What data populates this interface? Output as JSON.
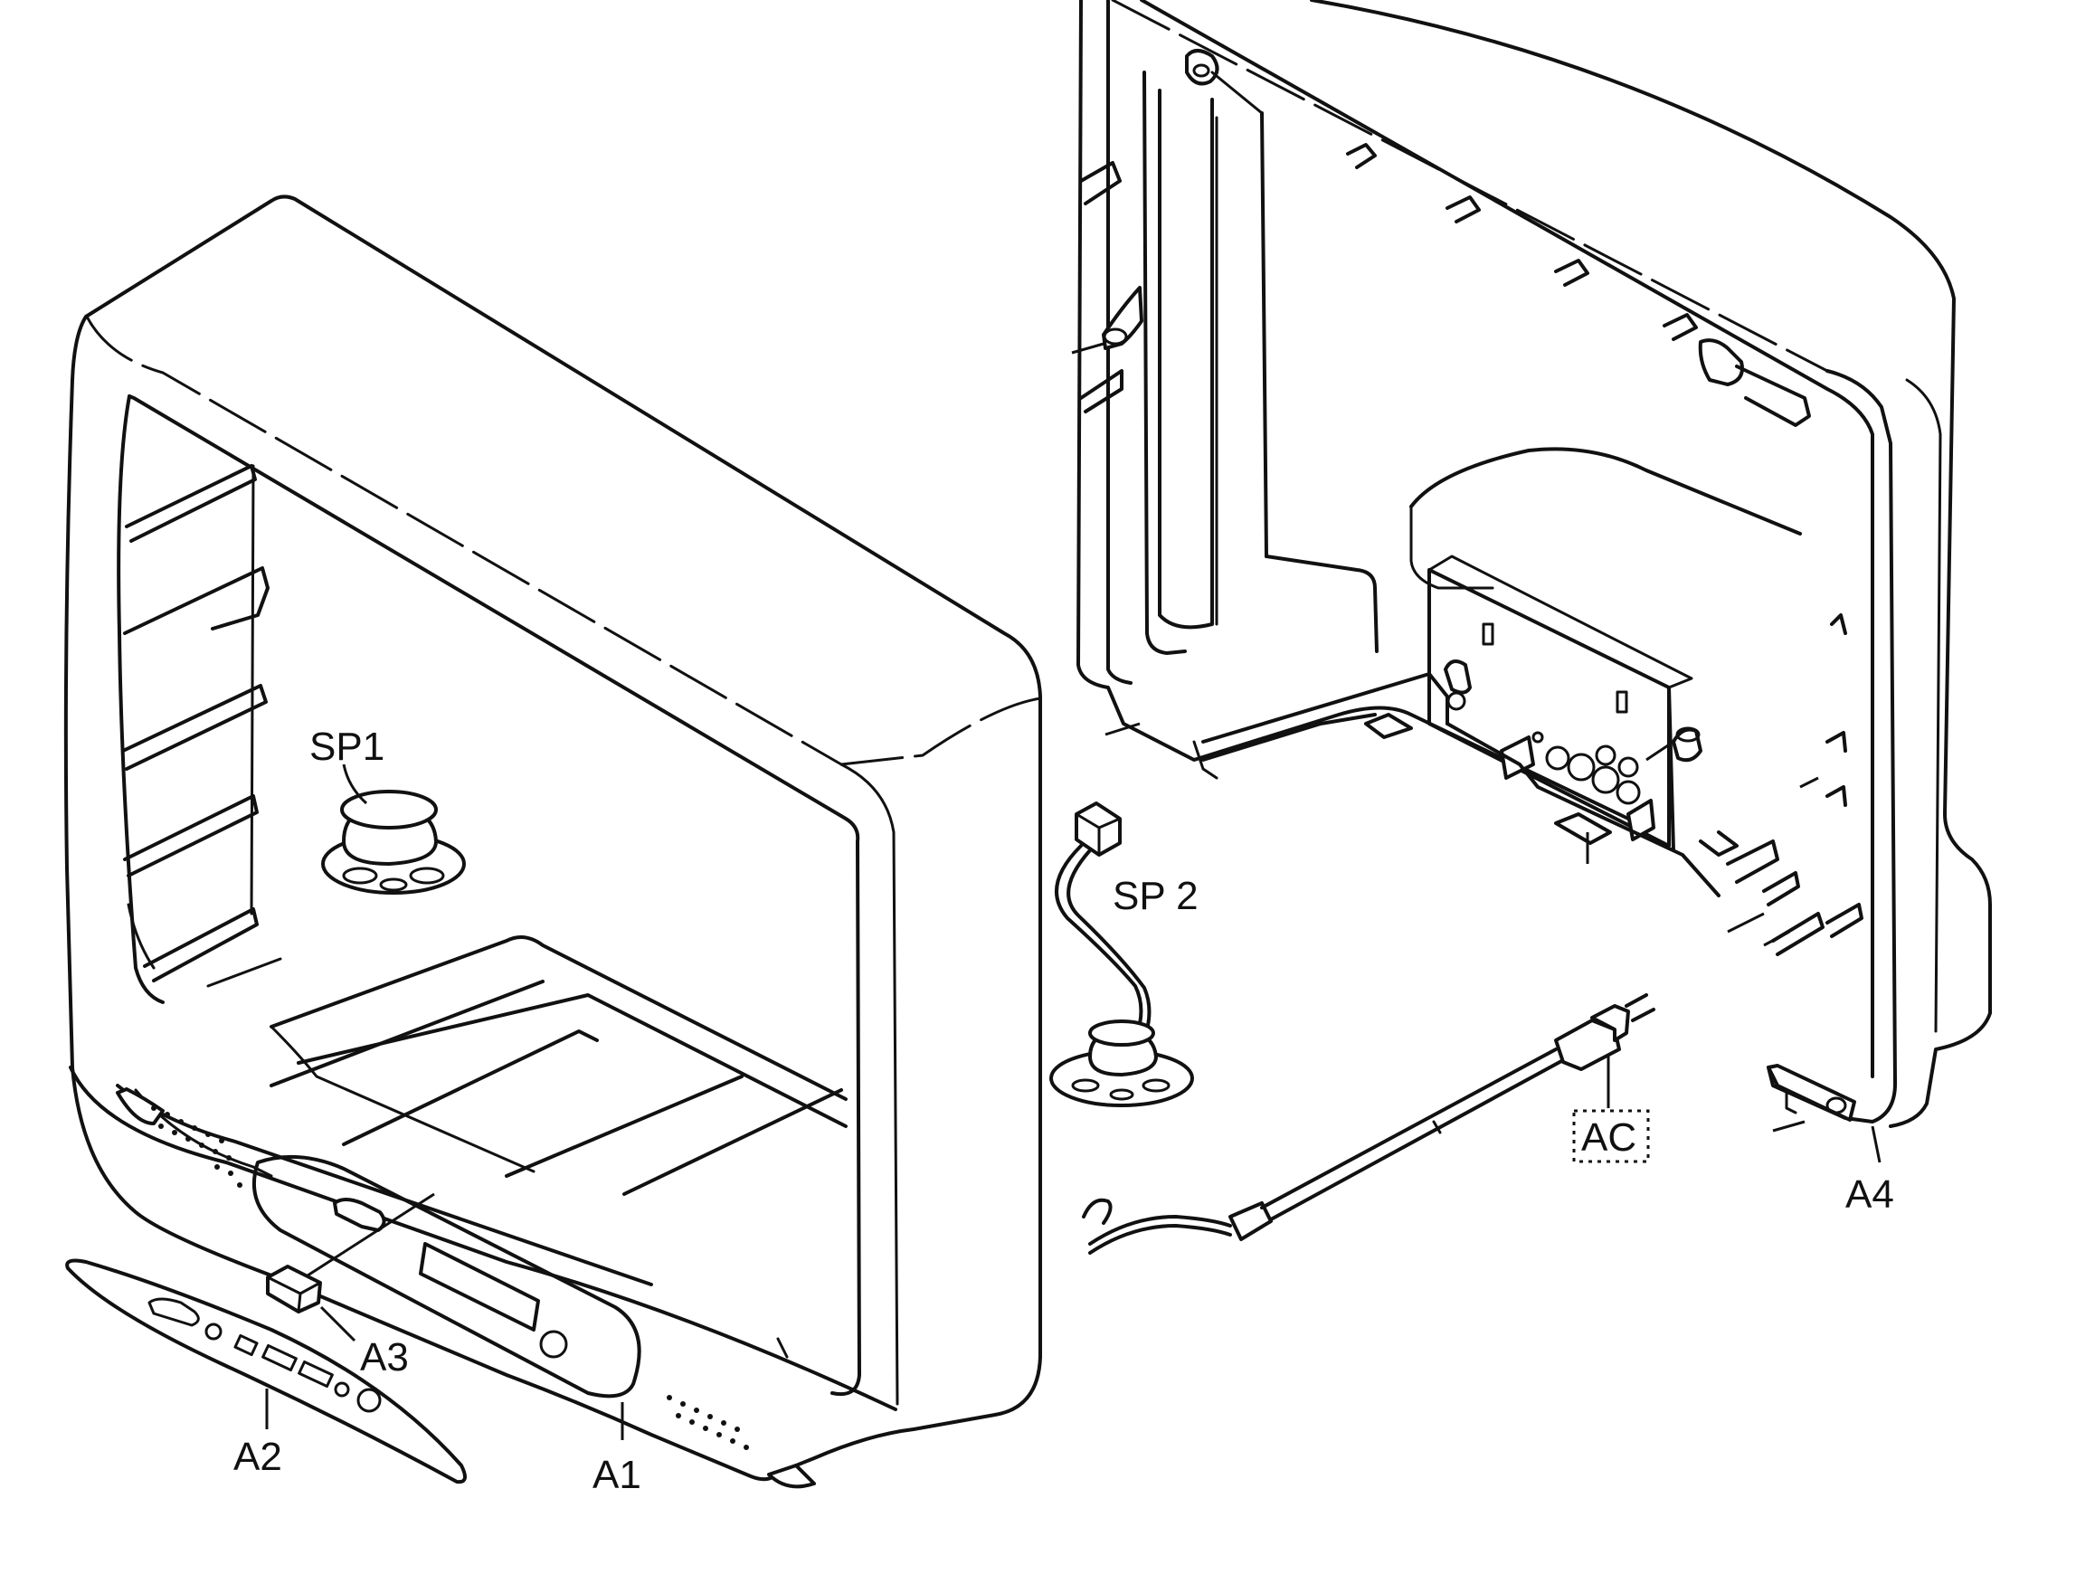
{
  "labels": {
    "sp1": "SP1",
    "sp2": "SP 2",
    "a1": "A1",
    "a2": "A2",
    "a3": "A3",
    "a4": "A4",
    "ac": "AC"
  }
}
